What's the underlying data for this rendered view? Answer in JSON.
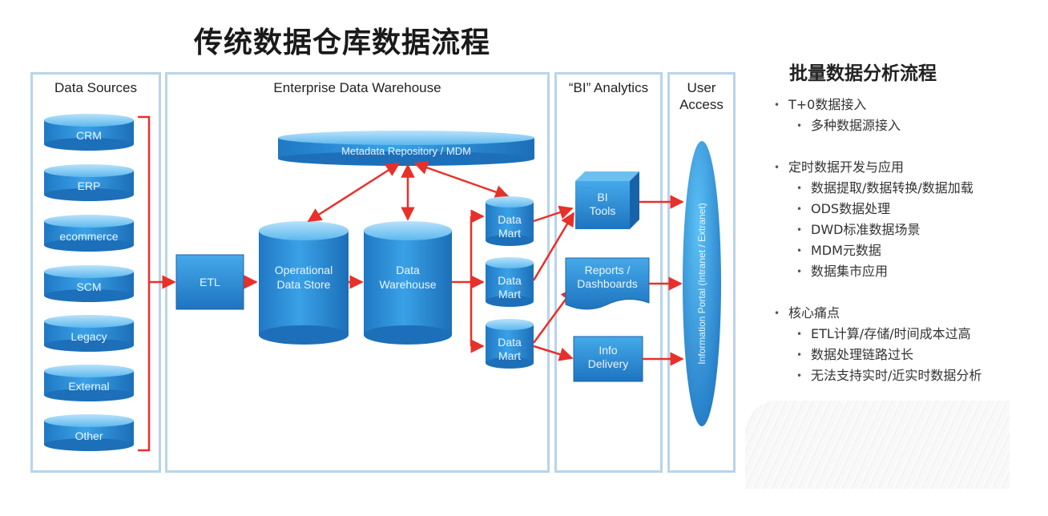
{
  "title": "传统数据仓库数据流程",
  "panels": {
    "sources": "Data Sources",
    "edw": "Enterprise Data Warehouse",
    "bi": "“BI” Analytics",
    "user": "User\nAccess"
  },
  "sources": [
    "CRM",
    "ERP",
    "ecommerce",
    "SCM",
    "Legacy",
    "External",
    "Other"
  ],
  "etl": "ETL",
  "metadata": "Metadata Repository / MDM",
  "ods": [
    "Operational",
    "Data Store"
  ],
  "dw": [
    "Data",
    "Warehouse"
  ],
  "data_mart": [
    "Data",
    "Mart"
  ],
  "bi_tools": [
    "BI",
    "Tools"
  ],
  "reports": [
    "Reports /",
    "Dashboards"
  ],
  "info_delivery": [
    "Info",
    "Delivery"
  ],
  "portal": "Information Portal (Intranet / Extranet)",
  "colors": {
    "shape": "#2f8fd6",
    "arrow": "#e8302a",
    "panel_border": "#b9d4ea"
  },
  "side": {
    "title": "批量数据分析流程",
    "items": [
      {
        "level": 1,
        "text": "T+0数据接入"
      },
      {
        "level": 2,
        "text": "多种数据源接入"
      },
      {
        "level": 0,
        "text": ""
      },
      {
        "level": 1,
        "text": "定时数据开发与应用"
      },
      {
        "level": 2,
        "text": "数据提取/数据转换/数据加载"
      },
      {
        "level": 2,
        "text": "ODS数据处理"
      },
      {
        "level": 2,
        "text": "DWD标准数据场景"
      },
      {
        "level": 2,
        "text": "MDM元数据"
      },
      {
        "level": 2,
        "text": "数据集市应用"
      },
      {
        "level": 0,
        "text": ""
      },
      {
        "level": 1,
        "text": "核心痛点"
      },
      {
        "level": 2,
        "text": "ETL计算/存储/时间成本过高"
      },
      {
        "level": 2,
        "text": "数据处理链路过长"
      },
      {
        "level": 2,
        "text": "无法支持实时/近实时数据分析"
      }
    ]
  }
}
